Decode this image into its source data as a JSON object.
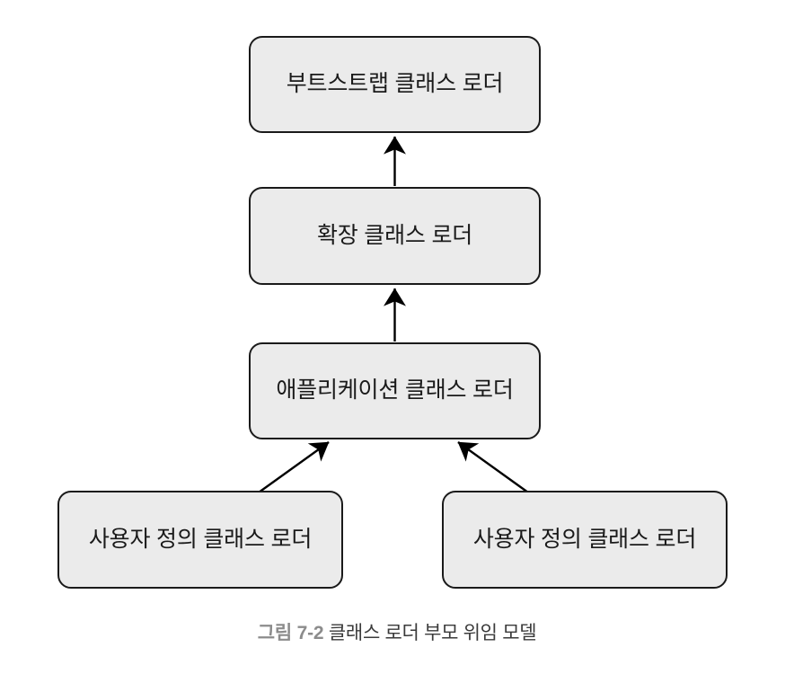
{
  "figure": {
    "caption_number": "그림 7-2",
    "caption_text": "클래스 로더 부모 위임 모델",
    "background_color": "#ffffff"
  },
  "diagram": {
    "type": "hierarchy-flowchart",
    "node_fill_color": "#ebebeb",
    "node_border_color": "#1a1a1a",
    "arrow_color": "#000000",
    "nodes": [
      {
        "id": "bootstrap",
        "label": "부트스트랩 클래스 로더",
        "level": 1
      },
      {
        "id": "extension",
        "label": "확장 클래스 로더",
        "level": 2
      },
      {
        "id": "application",
        "label": "애플리케이션 클래스 로더",
        "level": 3
      },
      {
        "id": "user-left",
        "label": "사용자 정의 클래스 로더",
        "level": 4
      },
      {
        "id": "user-right",
        "label": "사용자 정의 클래스 로더",
        "level": 4
      }
    ],
    "edges": [
      {
        "from": "extension",
        "to": "bootstrap",
        "style": "arrow-up"
      },
      {
        "from": "application",
        "to": "extension",
        "style": "arrow-up"
      },
      {
        "from": "user-left",
        "to": "application",
        "style": "arrow-diagonal"
      },
      {
        "from": "user-right",
        "to": "application",
        "style": "arrow-diagonal"
      }
    ]
  }
}
